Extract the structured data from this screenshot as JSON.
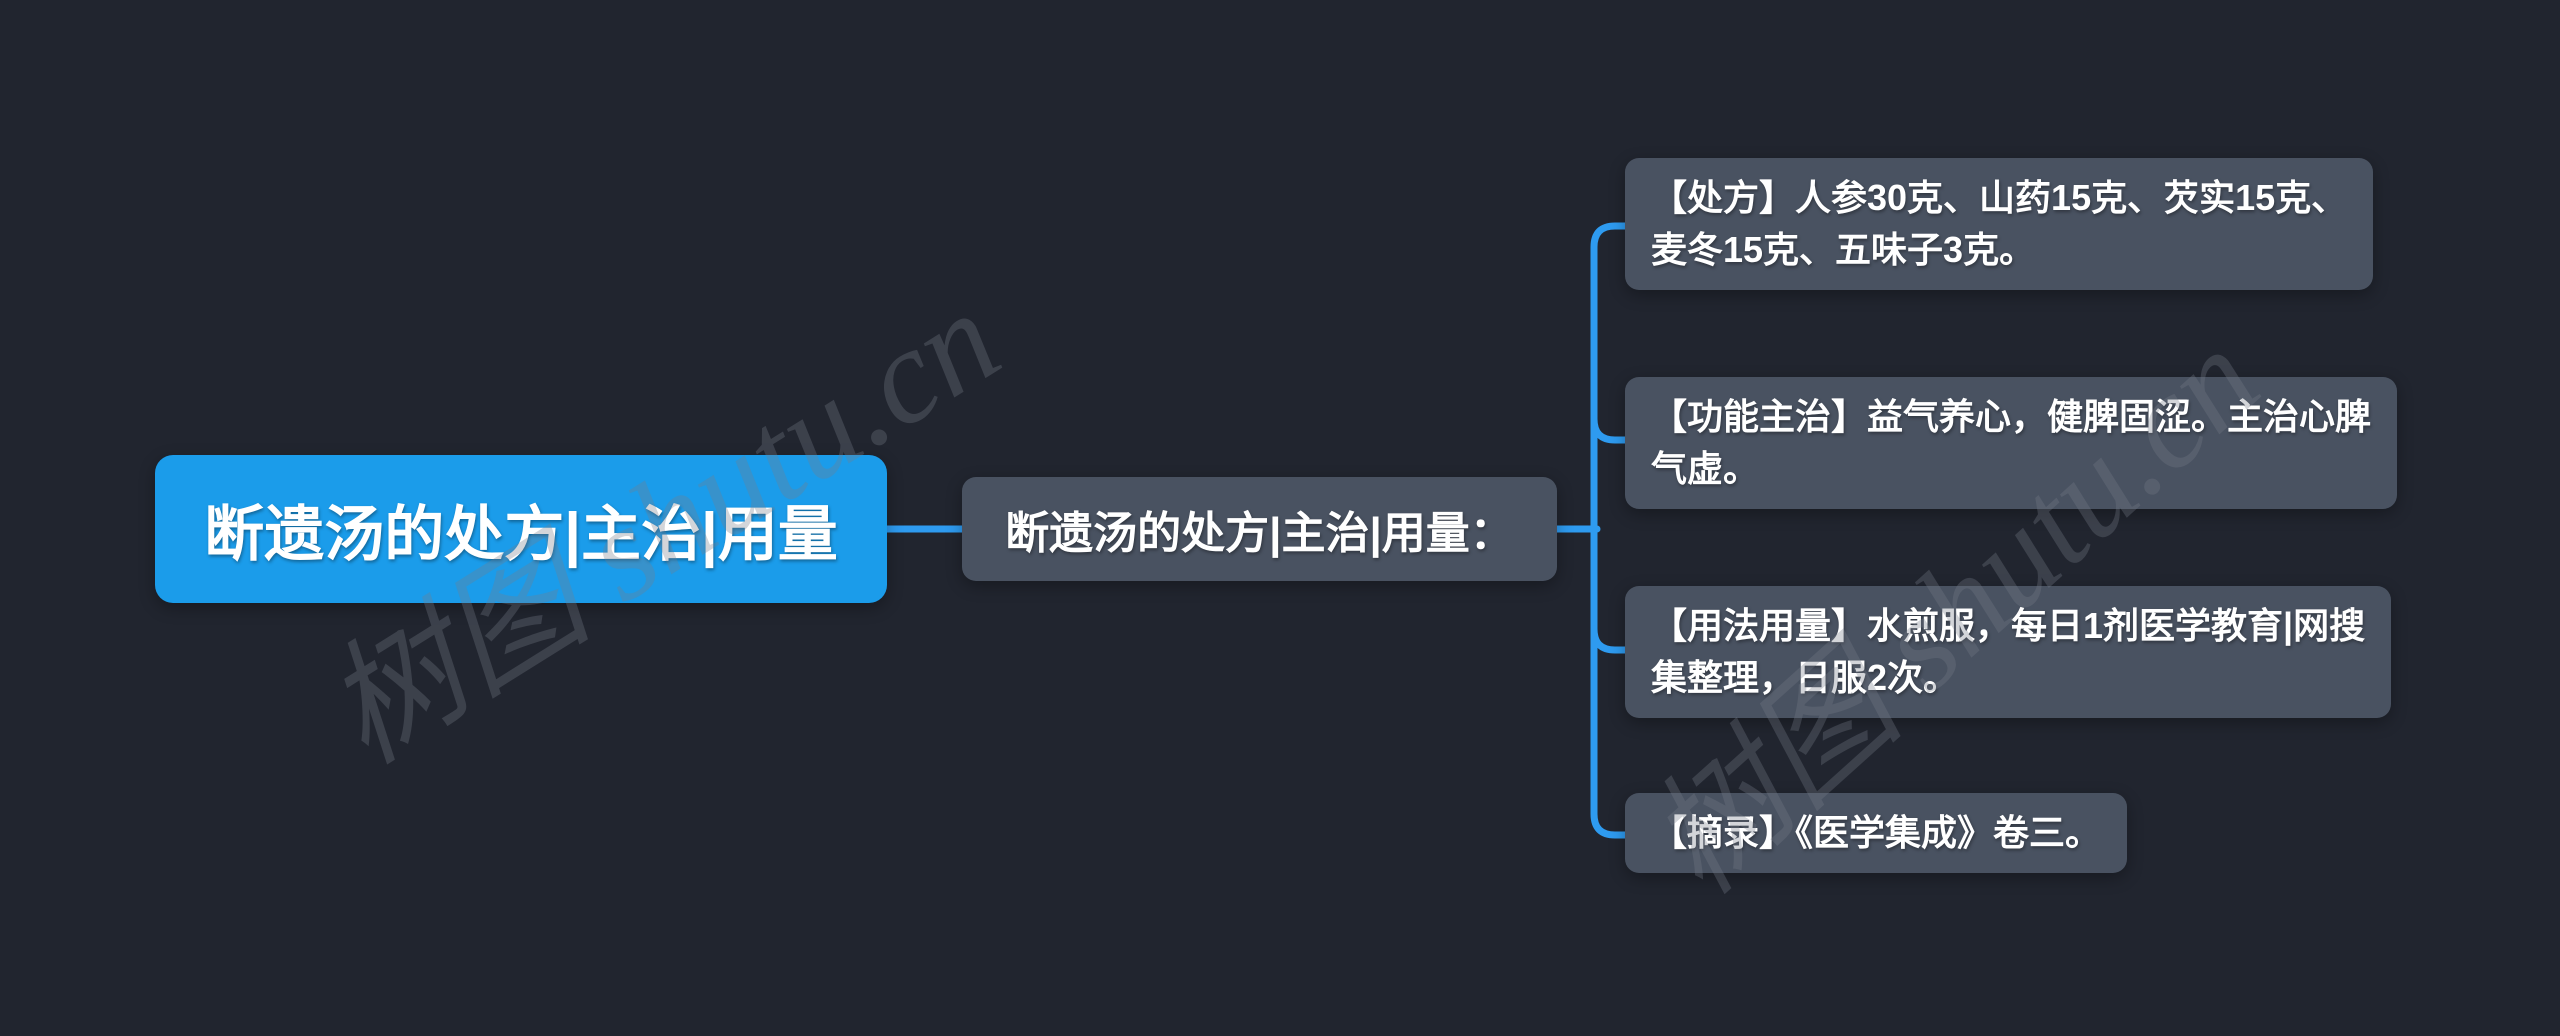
{
  "colors": {
    "bg": "#21252F",
    "accent": "#2E9BF0",
    "root-bg": "#1B9CEA",
    "node-bg": "#495261",
    "text": "#FFFFFF"
  },
  "root": {
    "label": "断遗汤的处方|主治|用量"
  },
  "parent": {
    "label": "断遗汤的处方|主治|用量："
  },
  "children": [
    {
      "name": "prescription",
      "lines": [
        "【处方】人参30克、山药15克、芡实15克、",
        "麦冬15克、五味子3克。"
      ]
    },
    {
      "name": "indications",
      "lines": [
        "【功能主治】益气养心，健脾固涩。主治心脾",
        "气虚。"
      ]
    },
    {
      "name": "dosage",
      "lines": [
        "【用法用量】水煎服，每日1剂医学教育|网搜",
        "集整理，日服2次。"
      ]
    },
    {
      "name": "source",
      "lines": [
        "【摘录】《医学集成》卷三。"
      ]
    }
  ],
  "watermark": {
    "text": "树图 shutu.cn"
  }
}
